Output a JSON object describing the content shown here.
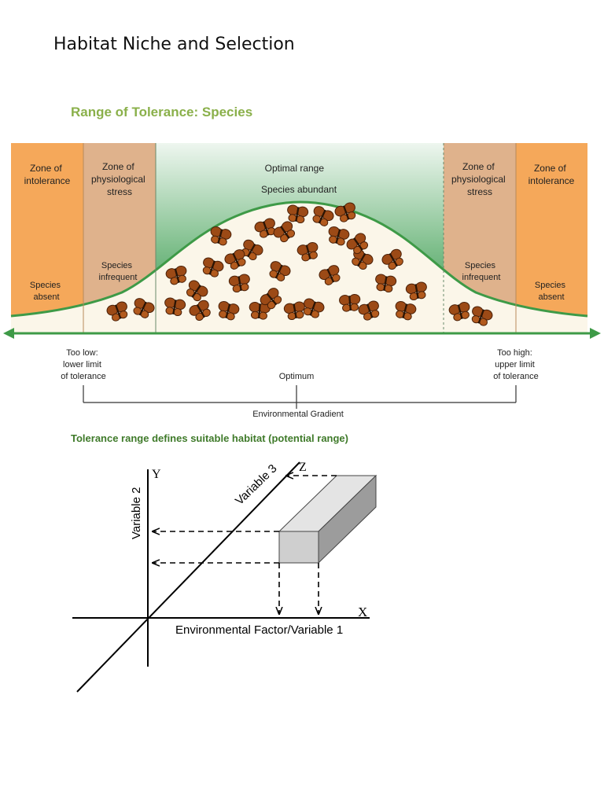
{
  "page": {
    "title": "Habitat Niche and Selection",
    "section_title": "Range of Tolerance: Species",
    "subtitle": "Tolerance range defines suitable habitat (potential range)"
  },
  "tolerance_diagram": {
    "zones": {
      "left_intolerance": [
        "Zone of",
        "intolerance"
      ],
      "left_stress": [
        "Zone of",
        "physiological",
        "stress"
      ],
      "optimal": "Optimal range",
      "optimal_abundance": "Species abundant",
      "right_stress": [
        "Zone of",
        "physiological",
        "stress"
      ],
      "right_intolerance": [
        "Zone of",
        "intolerance"
      ],
      "absent_left": [
        "Species",
        "absent"
      ],
      "infrequent_left": [
        "Species",
        "infrequent"
      ],
      "infrequent_right": [
        "Species",
        "infrequent"
      ],
      "absent_right": [
        "Species",
        "absent"
      ]
    },
    "axis": {
      "too_low": [
        "Too low:",
        "lower limit",
        "of tolerance"
      ],
      "optimum": "Optimum",
      "too_high": [
        "Too high:",
        "upper limit",
        "of tolerance"
      ],
      "gradient": "Environmental Gradient"
    },
    "colors": {
      "intolerance": "#f5a85a",
      "stress": "#dfb28c",
      "optimal_top": "#e9f3ec",
      "optimal_bottom": "#3b9d55",
      "curve": "#3e9a47",
      "butterfly": "#9c4a16"
    }
  },
  "niche_diagram": {
    "y_axis_name": "Y",
    "y_axis_label": "Variable 2",
    "x_axis_name": "X",
    "x_axis_label": "Environmental Factor/Variable 1",
    "z_axis_name": "Z",
    "z_axis_label": "Variable 3"
  }
}
